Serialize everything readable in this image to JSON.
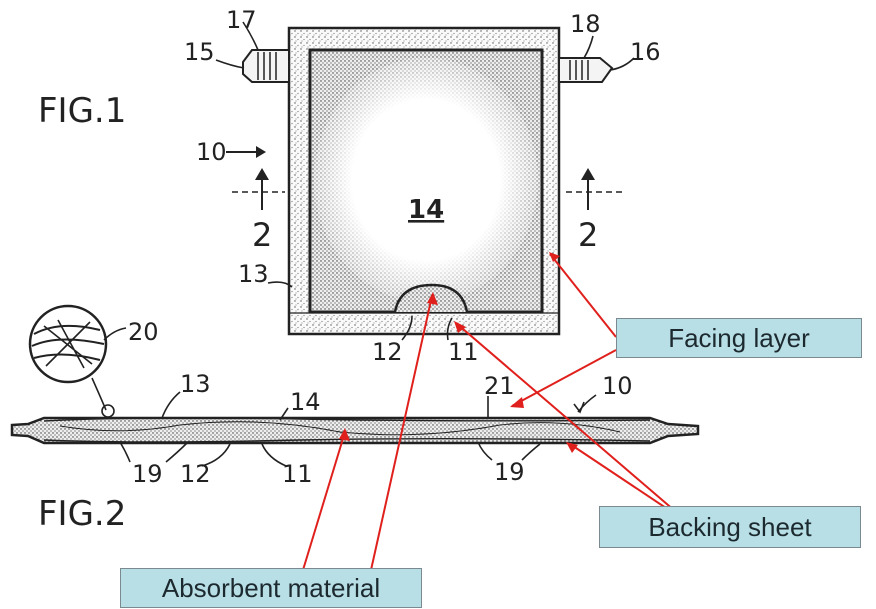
{
  "figures": {
    "fig1_label": "FIG.1",
    "fig2_label": "FIG.2"
  },
  "reference_numerals": {
    "n10_top": "10",
    "n10_bottom": "10",
    "n11_top": "11",
    "n11_bottom": "11",
    "n12_top": "12",
    "n12_bottom": "12",
    "n13_top": "13",
    "n13_bottom": "13",
    "n14_top": "14",
    "n14_bottom": "14",
    "n15": "15",
    "n16": "16",
    "n17": "17",
    "n18": "18",
    "n19_left": "19",
    "n19_right": "19",
    "n20": "20",
    "n21": "21",
    "section_left": "2",
    "section_right": "2"
  },
  "callouts": {
    "facing_layer": "Facing layer",
    "backing_sheet": "Backing sheet",
    "absorbent_material": "Absorbent material"
  },
  "colors": {
    "callout_fill": "#b9dfe6",
    "leader_line": "#e0201c",
    "ink": "#222222"
  }
}
